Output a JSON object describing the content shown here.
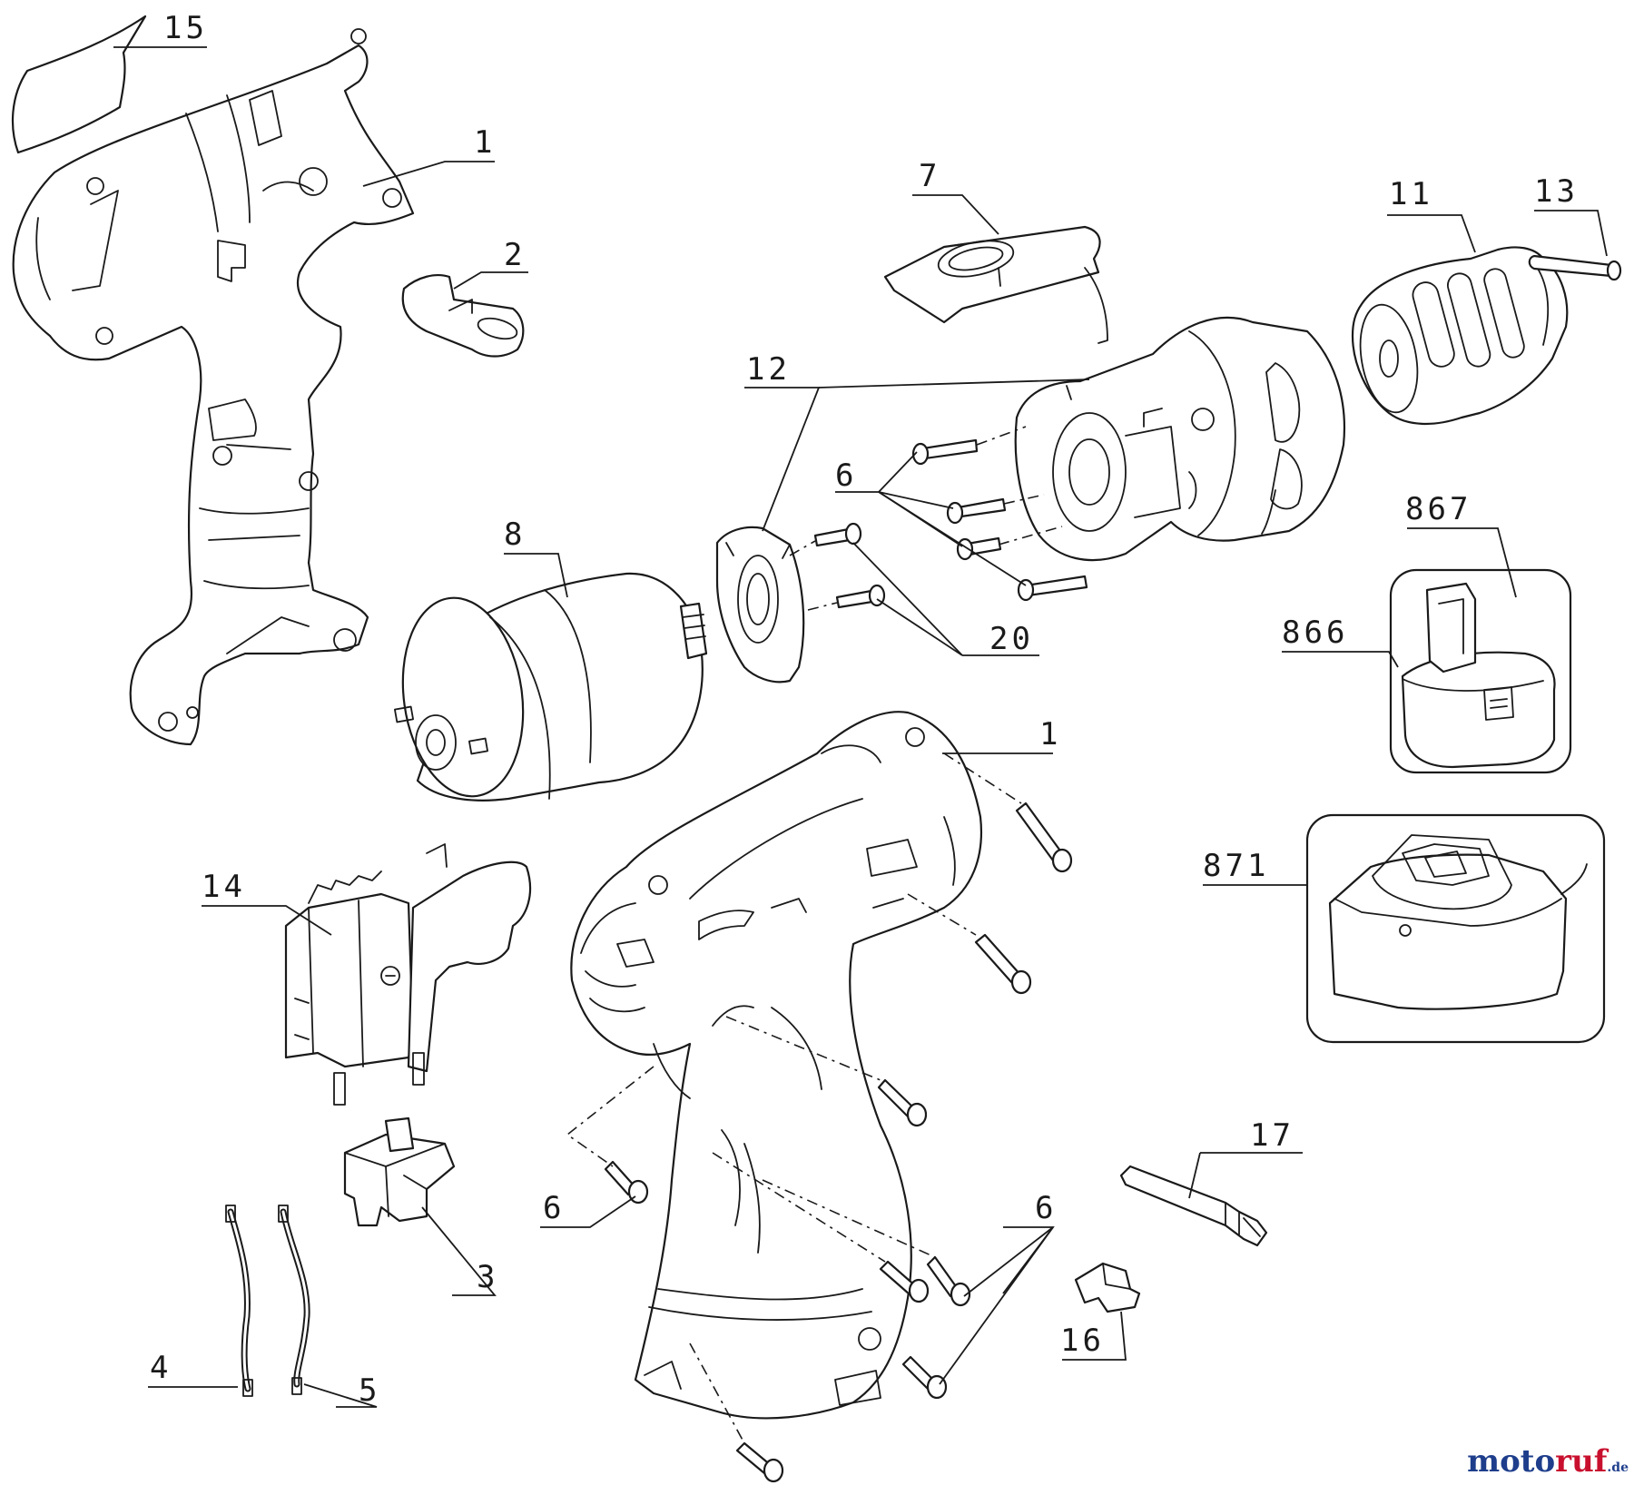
{
  "callouts": {
    "c15": "15",
    "c1_top": "1",
    "c2": "2",
    "c7": "7",
    "c11": "11",
    "c13": "13",
    "c12": "12",
    "c6_gear": "6",
    "c8": "8",
    "c20": "20",
    "c867": "867",
    "c866": "866",
    "c1_lower": "1",
    "c871": "871",
    "c14": "14",
    "c6_left": "6",
    "c6_right": "6",
    "c3": "3",
    "c17": "17",
    "c4": "4",
    "c5": "5",
    "c16": "16"
  },
  "watermark": {
    "part1": "moto",
    "part2": "ruf",
    "suffix": ".de"
  },
  "colors": {
    "line": "#1a1a1a",
    "watermark_blue": "#1e3e8c",
    "watermark_red": "#c8102e"
  }
}
